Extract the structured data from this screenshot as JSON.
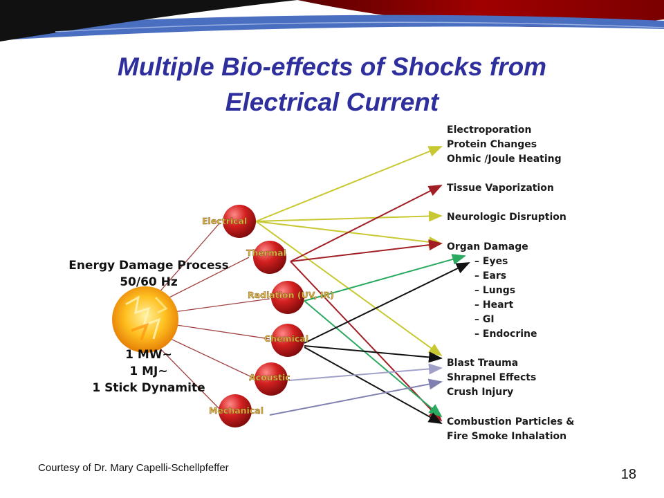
{
  "slide": {
    "title_line1": "Multiple Bio-effects of Shocks from",
    "title_line2": "Electrical Current",
    "courtesy": "Courtesy of Dr. Mary Capelli-Schellpfeffer",
    "page_number": "18"
  },
  "diagram": {
    "source_label": {
      "line1": "Energy Damage Process",
      "line2": "50/60 Hz",
      "line3": "1 MW~",
      "line4": "1 MJ~",
      "line5": "1 Stick Dynamite"
    },
    "mechanisms": [
      "Electrical",
      "Thermal",
      "Radiation (UV, IR)",
      "Chemical",
      "Acoustic",
      "Mechanical"
    ],
    "effects": {
      "e1": "Electroporation",
      "e2": "Protein Changes",
      "e3": "Ohmic /Joule Heating",
      "e4": "Tissue Vaporization",
      "e5": "Neurologic Disruption",
      "e6": "Organ Damage",
      "organs": [
        "– Eyes",
        "– Ears",
        "– Lungs",
        "– Heart",
        "– GI",
        "– Endocrine"
      ],
      "e7": "Blast Trauma",
      "e8": "Shrapnel Effects",
      "e9": "Crush Injury",
      "e10": "Combustion Particles &",
      "e11": "Fire Smoke Inhalation"
    },
    "colors": {
      "electrical": "#c8c832",
      "thermal": "#a01e24",
      "radiation": "#2aaa60",
      "chemical": "#111111",
      "acoustic": "#a0a0c8",
      "mechanical": "#8080b0",
      "source_lines": "#a04040",
      "title": "#2e2e9c"
    }
  }
}
